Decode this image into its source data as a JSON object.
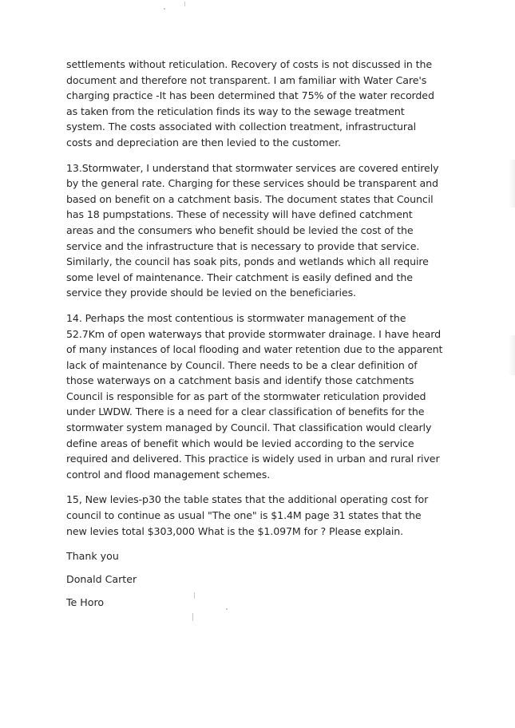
{
  "paragraphs": [
    {
      "lines": [
        "settlements without reticulation. Recovery of costs is not discussed in the",
        "document and therefore not transparent. I am familiar with Water Care's",
        "charging practice -It has been determined that 75% of the water recorded",
        "as taken from the reticulation finds its way to the sewage treatment",
        "system. The costs associated with collection treatment, infrastructural",
        "costs and depreciation are then levied to the customer."
      ]
    },
    {
      "lines": [
        "13.Stormwater, I understand that stormwater services are covered entirely",
        "by the general rate. Charging for these services should be transparent and",
        "based on benefit on a catchment basis. The document states that Council",
        "has 18 pumpstations. These of necessity will have defined catchment",
        "areas and the consumers who benefit should be levied the cost of the",
        "service and the infrastructure that is necessary to provide that service.",
        "Similarly, the council has soak pits, ponds and wetlands which all require",
        "some level of maintenance. Their catchment is easily defined and the",
        "service they provide should be levied on the beneficiaries."
      ]
    },
    {
      "lines": [
        "14. Perhaps the most contentious is stormwater management of the",
        "52.7Km of open waterways that provide stormwater drainage. I have heard",
        "of many instances of local flooding and water retention due to the apparent",
        "lack of maintenance by Council.  There needs to be a clear definition of",
        "those waterways on a catchment basis and identify those catchments",
        "Council is responsible for as part of the stormwater reticulation provided",
        "under LWDW. There is a need for a clear classification of benefits for the",
        "stormwater system managed by Council. That classification would clearly",
        "define areas of benefit which would be levied according to the service",
        "required and delivered. This practice is widely used in urban and rural river",
        "control and flood management schemes."
      ]
    },
    {
      "lines": [
        "15, New levies-p30 the table states that the additional operating cost for",
        "council to continue  as usual \"The one\" is $1.4M  page 31 states that the",
        "new levies total $303,000 What is the $1.097M for ? Please explain."
      ]
    }
  ],
  "signoff": {
    "closing": "Thank you",
    "name": "Donald Carter",
    "place": "Te Horo"
  }
}
